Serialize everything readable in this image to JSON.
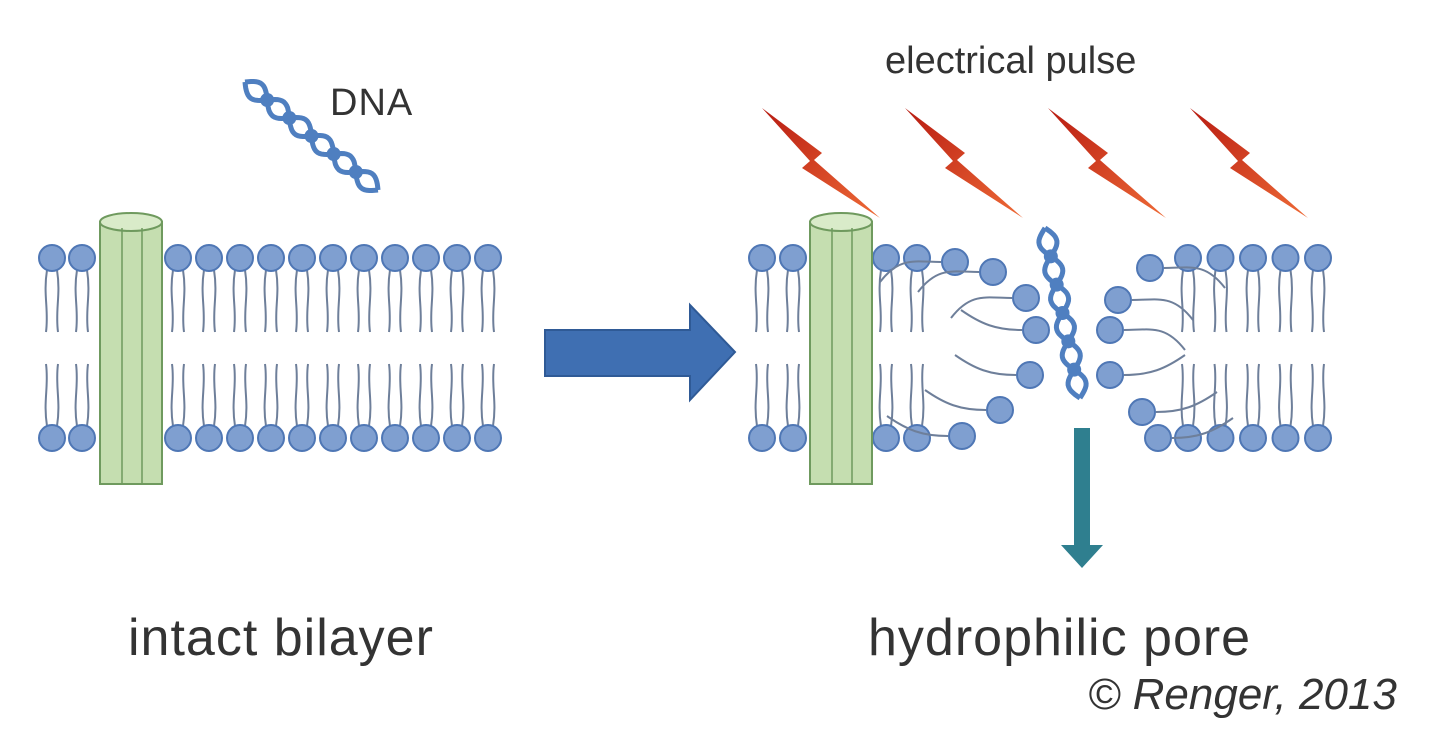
{
  "labels": {
    "dna": "DNA",
    "pulse": "electrical pulse",
    "intact": "intact bilayer",
    "pore": "hydrophilic pore",
    "credit": "© Renger, 2013"
  },
  "colors": {
    "lipid_head": "#7f9fd0",
    "lipid_head_stroke": "#4f77b5",
    "lipid_tail": "#6e7f9a",
    "protein": "#c5deb0",
    "protein_stroke": "#6f9a5e",
    "dna": "#4f7fc0",
    "bolt": "#d23a1c",
    "arrow_main": "#3f6fb2",
    "arrow_down": "#2f7f8f"
  },
  "icons": [
    "dna-helix-icon",
    "lightning-bolt-icon",
    "membrane-protein-icon",
    "process-arrow-icon"
  ]
}
